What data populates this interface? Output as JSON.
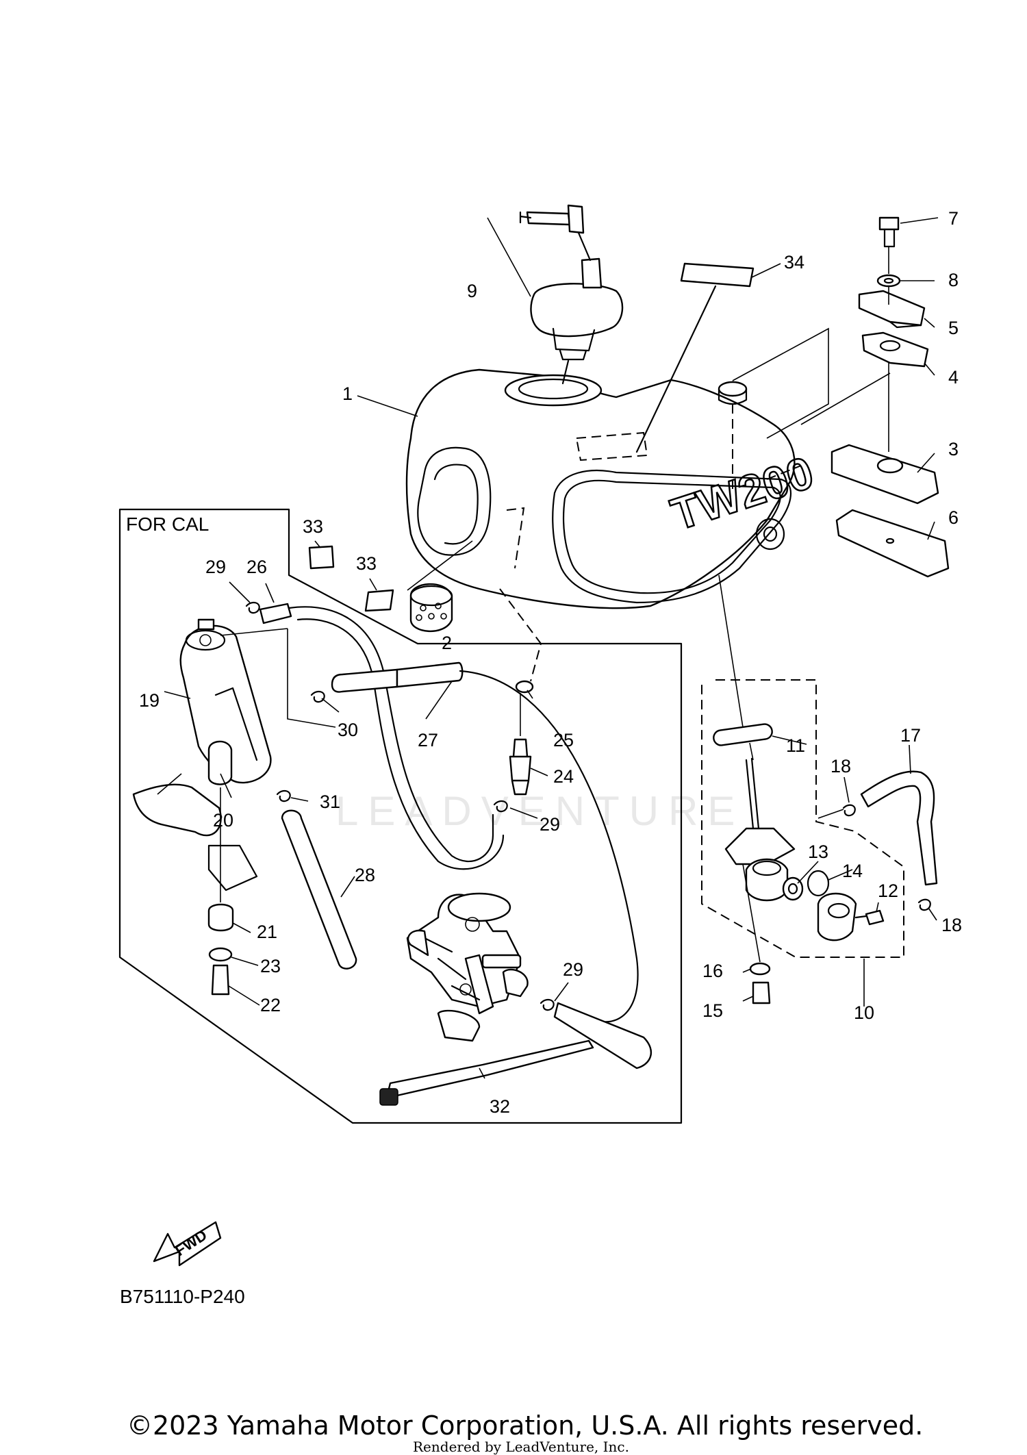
{
  "diagram": {
    "section_label": "FOR CAL",
    "figure_code": "B751110-P240",
    "fwd_label": "FWD",
    "tank_emblem": "TW200",
    "watermark": "LEADVENTURE",
    "copyright": "©2023 Yamaha Motor Corporation, U.S.A. All rights reserved.",
    "rendered_by": "Rendered by LeadVenture, Inc.",
    "callouts": {
      "c1": "1",
      "c2": "2",
      "c3": "3",
      "c4": "4",
      "c5": "5",
      "c6": "6",
      "c7": "7",
      "c8": "8",
      "c9": "9",
      "c10": "10",
      "c11": "11",
      "c12": "12",
      "c13": "13",
      "c14": "14",
      "c15": "15",
      "c16": "16",
      "c17": "17",
      "c18a": "18",
      "c18b": "18",
      "c19": "19",
      "c20": "20",
      "c21": "21",
      "c22": "22",
      "c23": "23",
      "c24": "24",
      "c25": "25",
      "c26": "26",
      "c27": "27",
      "c28": "28",
      "c29a": "29",
      "c29b": "29",
      "c29c": "29",
      "c30": "30",
      "c31": "31",
      "c32": "32",
      "c33a": "33",
      "c33b": "33",
      "c34": "34"
    }
  }
}
